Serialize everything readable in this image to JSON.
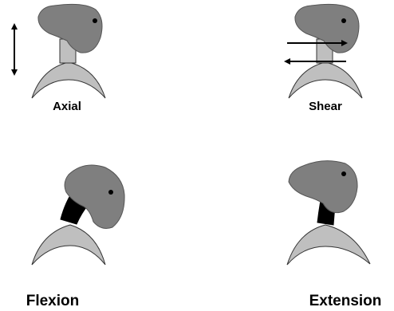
{
  "panels": [
    {
      "id": "axial",
      "label": "Axial"
    },
    {
      "id": "shear",
      "label": "Shear"
    },
    {
      "id": "flexion",
      "label": "Flexion"
    },
    {
      "id": "extension",
      "label": "Extension"
    }
  ],
  "colors": {
    "head": "#7f7f7f",
    "base": "#bfbfbf",
    "neutral_connector": "#bfbfbf",
    "bent_connector": "#000000",
    "outline": "#333333",
    "arrow": "#000000"
  }
}
